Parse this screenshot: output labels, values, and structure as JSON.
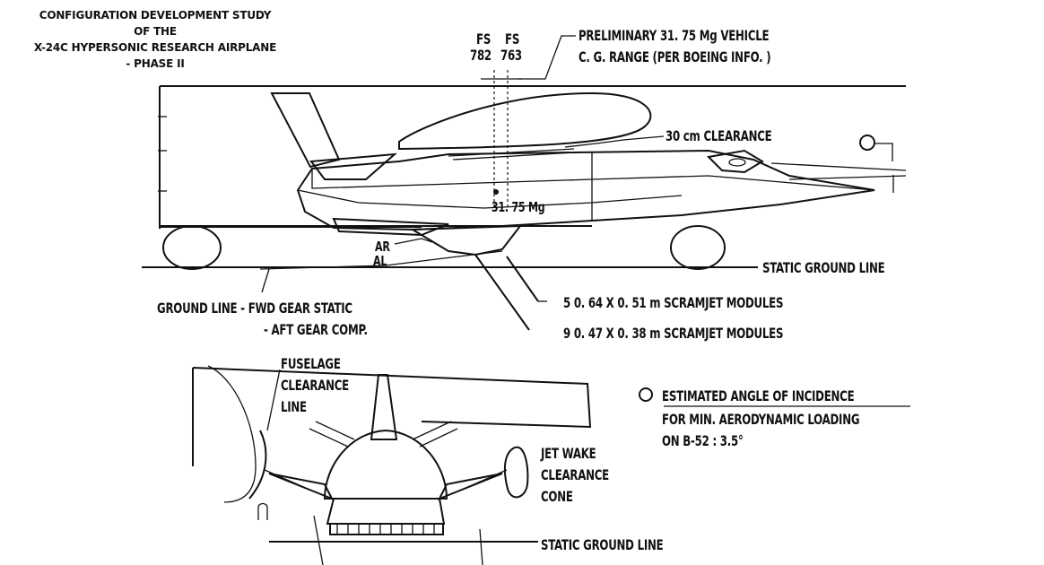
{
  "header": {
    "line1": "CONFIGURATION DEVELOPMENT STUDY",
    "line2": "OF THE",
    "line3": "X-24C HYPERSONIC RESEARCH AIRPLANE",
    "line4": "- PHASE II"
  },
  "side_view": {
    "fs_label_1": "FS",
    "fs_value_1": "782",
    "fs_label_2": "FS",
    "fs_value_2": "763",
    "cg_note_line1": "PRELIMINARY 31. 75 Mg VEHICLE",
    "cg_note_line2": "C. G. RANGE (PER BOEING INFO. )",
    "clearance_label": "30 cm  CLEARANCE",
    "mass_label": "31. 75 Mg",
    "ar_label": "AR",
    "al_label": "AL",
    "static_ground_line": "STATIC GROUND LINE",
    "ground_line_1": "GROUND LINE - FWD GEAR STATIC",
    "ground_line_2": "- AFT GEAR COMP.",
    "scramjet_1": "5     0. 64 X 0. 51 m SCRAMJET MODULES",
    "scramjet_2": "9     0. 47 X 0. 38 m SCRAMJET MODULES"
  },
  "front_view": {
    "fuselage_1": "FUSELAGE",
    "fuselage_2": "CLEARANCE",
    "fuselage_3": "LINE",
    "jet_wake_1": "JET WAKE",
    "jet_wake_2": "CLEARANCE",
    "jet_wake_3": "CONE",
    "static_ground_line": "STATIC GROUND LINE"
  },
  "note": {
    "line1": "ESTIMATED ANGLE OF INCIDENCE",
    "line2": "FOR MIN. AERODYNAMIC LOADING",
    "line3": "ON B-52 : 3.5°"
  }
}
